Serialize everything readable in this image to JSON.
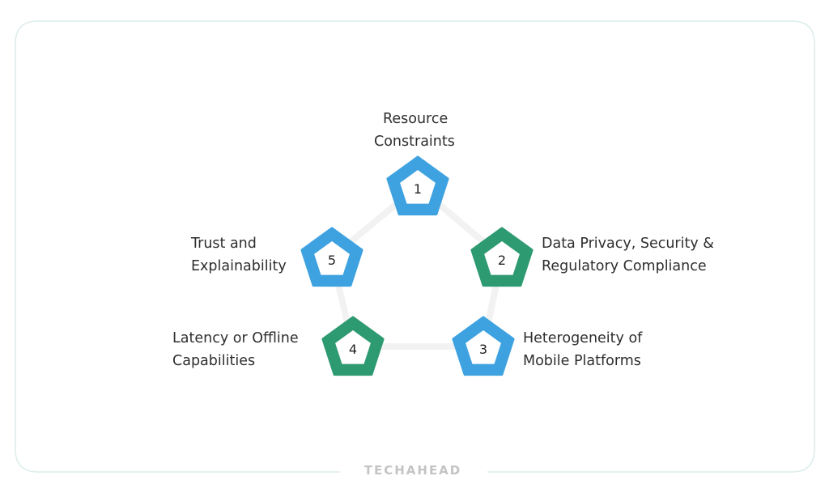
{
  "colors": {
    "blue": "#3fa2e0",
    "green": "#2e9a72",
    "ring": "#f2f2f2",
    "border": "#dcecec"
  },
  "items": [
    {
      "number": "1",
      "lines": [
        "Resource",
        "Constraints"
      ],
      "color": "blue"
    },
    {
      "number": "2",
      "lines": [
        "Data Privacy, Security &",
        "Regulatory Compliance"
      ],
      "color": "green"
    },
    {
      "number": "3",
      "lines": [
        "Heterogeneity of",
        "Mobile Platforms"
      ],
      "color": "blue"
    },
    {
      "number": "4",
      "lines": [
        "Latency or Offline",
        "Capabilities"
      ],
      "color": "green"
    },
    {
      "number": "5",
      "lines": [
        "Trust and",
        "Explainability"
      ],
      "color": "blue"
    }
  ],
  "logo": "TECHAHEAD"
}
